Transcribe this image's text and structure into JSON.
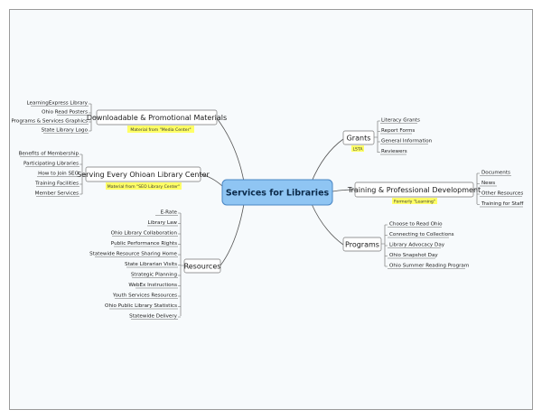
{
  "central": {
    "label": "Services for Libraries"
  },
  "branches": {
    "downloadable": {
      "label": "Downloadable & Promotional Materials",
      "note": "Material from \"Media  Center\"",
      "items": [
        "LearningExpress Library",
        "Ohio Read Posters",
        "Programs & Services Graphics",
        "State Library Logo"
      ]
    },
    "serving": {
      "label": "Serving Every Ohioan Library Center",
      "note": "Material from \"SEO Library Center\"",
      "items": [
        "Benefits of Membership",
        "Participating Libraries",
        "How to Join SEO",
        "Training Facilities",
        "Member Services"
      ]
    },
    "resources": {
      "label": "Resources",
      "items": [
        "E-Rate",
        "Library Law",
        "Ohio Library Collaboration",
        "Public Performance Rights",
        "Statewide Resource Sharing Home",
        "State Librarian Visits",
        "Strategic Planning",
        "WebEx Instructions",
        "Youth Services Resources",
        "Ohio Public Library Statistics",
        "Statewide Delivery"
      ]
    },
    "grants": {
      "label": "Grants",
      "note": "LSTA",
      "items": [
        "Literacy Grants",
        "Report Forms",
        "General Information",
        "Reviewers"
      ]
    },
    "training": {
      "label": "Training & Professional Development",
      "note": "Formerly \"Learning\"",
      "items": [
        "Documents",
        "News",
        "Other Resources",
        "Training for Staff"
      ]
    },
    "programs": {
      "label": "Programs",
      "items": [
        "Choose to Read Ohio",
        "Connecting to Collections",
        "Library Advocacy Day",
        "Ohio Snapshot Day",
        "Ohio Summer Reading Program"
      ]
    }
  },
  "colors": {
    "central_fill": "#8fc5f3",
    "central_stroke": "#4a86c4",
    "note_fill": "#ffff66",
    "line": "#555555"
  }
}
